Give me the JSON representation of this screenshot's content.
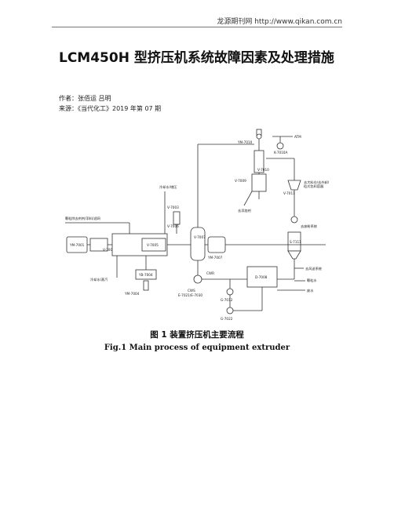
{
  "header": {
    "site": "龙源期刊网 http://www.qikan.com.cn"
  },
  "article": {
    "title": "LCM450H 型挤压机系统故障因素及处理措施",
    "author": "作者：张佰运 吕明",
    "source": "来源：《当代化工》2019 年第 07 期"
  },
  "figure": {
    "caption_cn": "图 1    装置挤压机主要流程",
    "caption_en": "Fig.1 Main process of equipment extruder",
    "labels": {
      "ym7010": "YM-7010",
      "atm": "ATM",
      "k7010a": "K-7010A",
      "v7010": "V-7010",
      "v7009": "V-7009",
      "v7011": "V-7011",
      "from_storage": "去大料仓/去外卸/\n粒式包料容器",
      "cooling_supply": "冷却水/增压",
      "pellet_water": "颗粒除去剂剂/添料/滤网",
      "v7003": "V-7003",
      "v7006": "V-7006",
      "v7005": "V-7005",
      "v7007": "V-7007",
      "v7002": "V-7002",
      "ym7001": "YM-7001",
      "ym7007": "YM-7007",
      "to_additive": "去添加剂",
      "to_fines": "去废粉系统",
      "g7111": "S-7111",
      "to_dry": "去风送系统",
      "pellet_water2": "颗粒水",
      "wastewater": "废水",
      "yb7004": "YB-7004",
      "cooling_return": "冷却水/蒸汽",
      "ym7004": "YM-7004",
      "cwr": "CWR",
      "cws": "CWS",
      "e_pump": "E-7021/E-7030",
      "d7008": "D-7008",
      "g7012": "G-7012",
      "g7022": "G-7022"
    }
  }
}
